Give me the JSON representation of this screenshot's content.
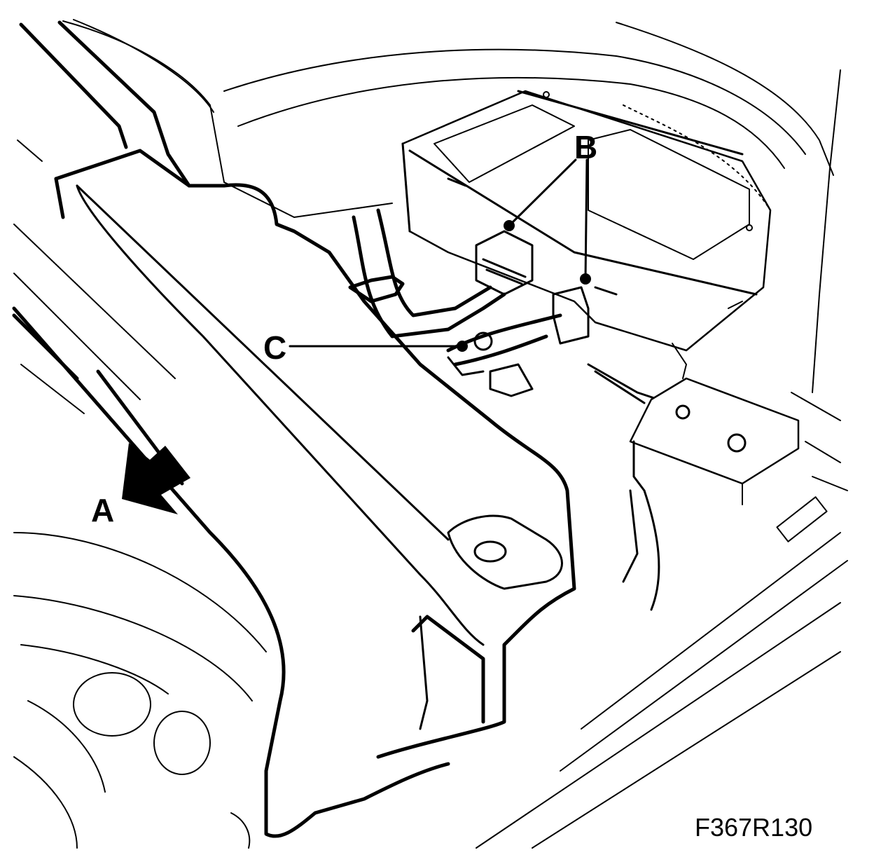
{
  "figure": {
    "code": "F367R130"
  },
  "callouts": {
    "a": "A",
    "b": "B",
    "c": "C"
  },
  "icons": {
    "direction_arrow": "arrow-down-left-icon"
  },
  "colors": {
    "line": "#000000",
    "background": "#ffffff"
  }
}
